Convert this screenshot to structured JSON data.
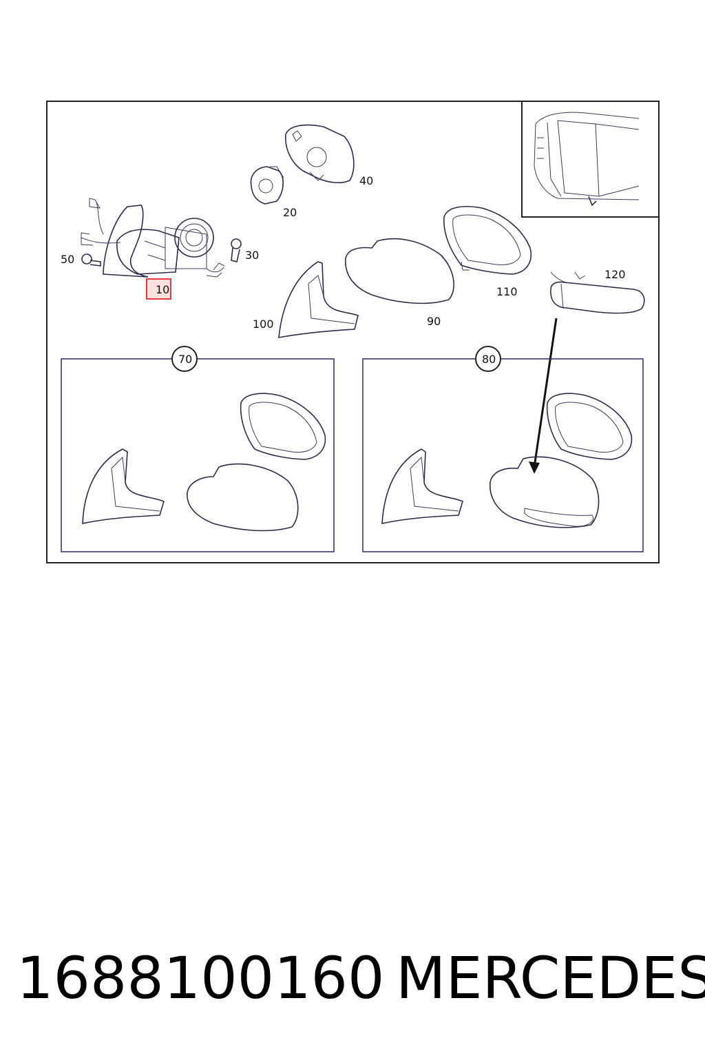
{
  "diagram": {
    "callouts": {
      "p10": "10",
      "p20": "20",
      "p30": "30",
      "p40": "40",
      "p50": "50",
      "p70": "70",
      "p80": "80",
      "p90": "90",
      "p100": "100",
      "p110": "110",
      "p120": "120"
    },
    "highlight_color": "#e23c3c"
  },
  "footer": {
    "part_number": "1688100160",
    "brand": "MERCEDES"
  }
}
